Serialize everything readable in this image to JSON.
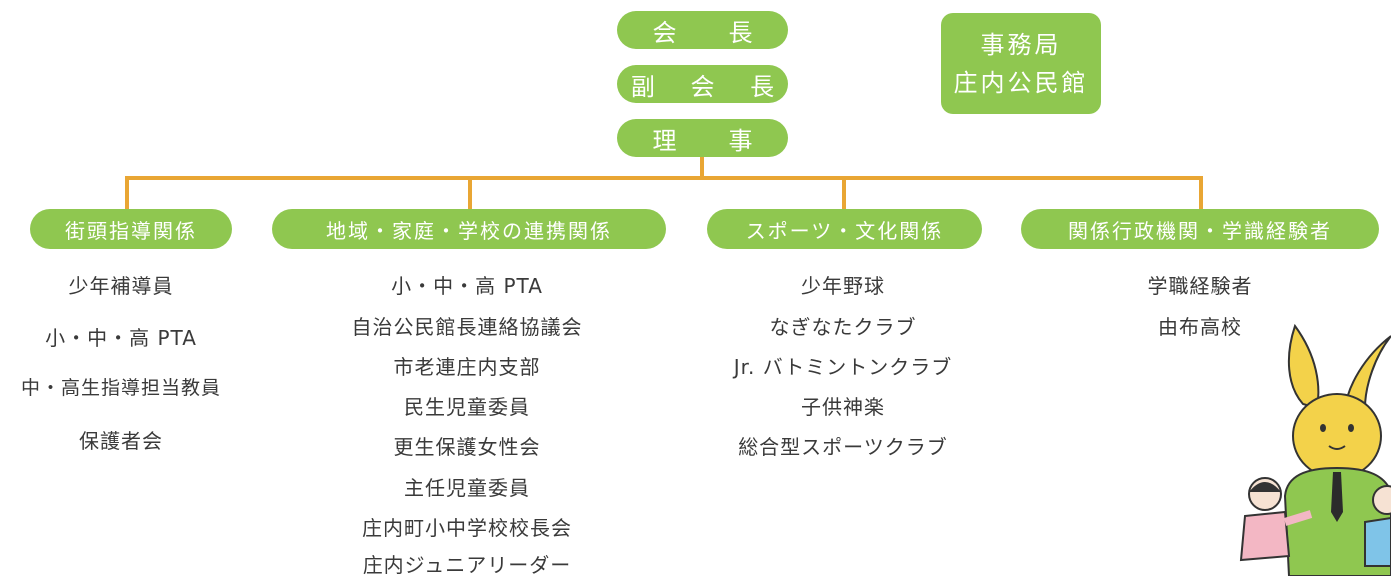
{
  "top": {
    "chairman": "会　長",
    "vice_chairman": "副 会 長",
    "director": "理　事"
  },
  "office": {
    "line1": "事務局",
    "line2": "庄内公民館"
  },
  "categories": [
    {
      "label": "街頭指導関係",
      "items": [
        "少年補導員",
        "小・中・高 PTA",
        "中・高生指導担当教員",
        "保護者会"
      ]
    },
    {
      "label": "地域・家庭・学校の連携関係",
      "items": [
        "小・中・高 PTA",
        "自治公民館長連絡協議会",
        "市老連庄内支部",
        "民生児童委員",
        "更生保護女性会",
        "主任児童委員",
        "庄内町小中学校校長会",
        "庄内ジュニアリーダー"
      ]
    },
    {
      "label": "スポーツ・文化関係",
      "items": [
        "少年野球",
        "なぎなたクラブ",
        "Jr. バトミントンクラブ",
        "子供神楽",
        "総合型スポーツクラブ"
      ]
    },
    {
      "label": "関係行政機関・学識経験者",
      "items": [
        "学職経験者",
        "由布高校"
      ]
    }
  ],
  "colors": {
    "pill_green": "#8fc750",
    "connector_orange": "#e9a634"
  }
}
